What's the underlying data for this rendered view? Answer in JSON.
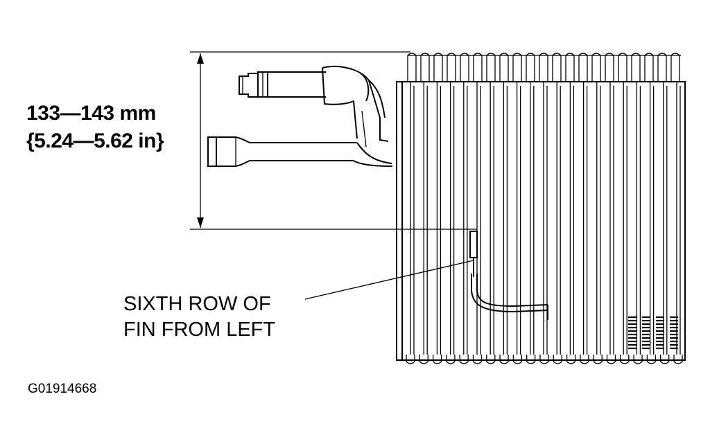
{
  "figure": {
    "dimension_label_line1": "133—143 mm",
    "dimension_label_line2": "{5.24—5.62 in}",
    "callout_line1": "SIXTH ROW OF",
    "callout_line2": "FIN FROM LEFT",
    "figure_code": "G01914668"
  }
}
